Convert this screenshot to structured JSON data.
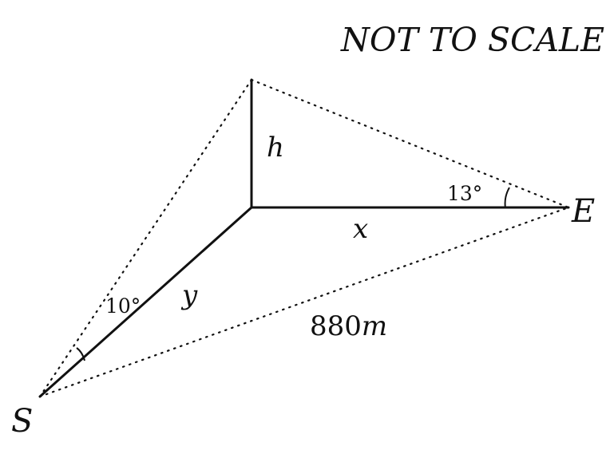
{
  "note": "NOT TO SCALE",
  "points": {
    "s": "S",
    "e": "E"
  },
  "lengths": {
    "h": "h",
    "x": "x",
    "y": "y",
    "se_value": "880",
    "se_unit": "m"
  },
  "angles": {
    "at_e": "13°",
    "at_s": "10°"
  },
  "colors": {
    "ink": "#111111",
    "background": "#ffffff"
  }
}
